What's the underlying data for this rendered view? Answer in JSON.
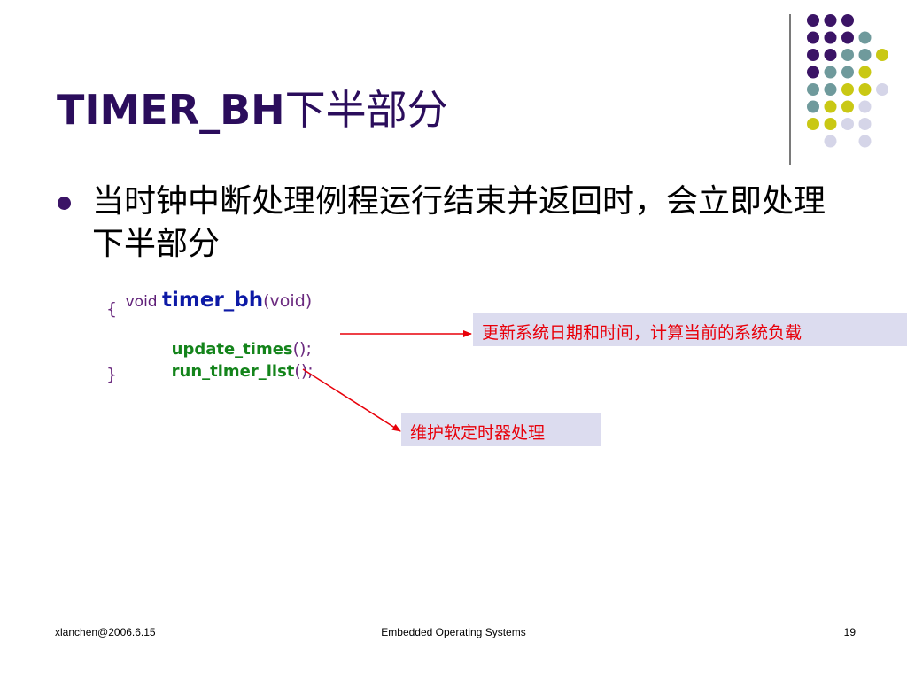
{
  "slide": {
    "title_latin": "TIMER_BH",
    "title_cjk": "下半部分",
    "bullet": "当时钟中断处理例程运行结束并返回时，会立即处理下半部分"
  },
  "code": {
    "void_keyword": "void",
    "function_name": "timer_bh",
    "params": "(void)",
    "open_brace": "{",
    "call1_name": "update_times",
    "call1_punc": "();",
    "call2_name": "run_timer_list",
    "call2_punc": "();",
    "close_brace": "}"
  },
  "annotations": {
    "callout1": "更新系统日期和时间，计算当前的系统负载",
    "callout2": "维护软定时器处理"
  },
  "footer": {
    "left": "xlanchen@2006.6.15",
    "center": "Embedded Operating Systems",
    "page_number": "19"
  },
  "colors": {
    "purple": "#3b1466",
    "teal": "#6f9a9c",
    "yellow_green": "#c9c814",
    "lavender": "#d5d5e8",
    "arrow_red": "#e8000a"
  },
  "decoration": {
    "dot_grid": [
      [
        "purple",
        "purple",
        "purple",
        "",
        ""
      ],
      [
        "purple",
        "purple",
        "purple",
        "teal",
        ""
      ],
      [
        "purple",
        "purple",
        "teal",
        "teal",
        "yellow_green"
      ],
      [
        "purple",
        "teal",
        "teal",
        "yellow_green",
        ""
      ],
      [
        "teal",
        "teal",
        "yellow_green",
        "yellow_green",
        "lavender"
      ],
      [
        "teal",
        "yellow_green",
        "yellow_green",
        "lavender",
        ""
      ],
      [
        "yellow_green",
        "yellow_green",
        "lavender",
        "lavender",
        ""
      ],
      [
        "",
        "lavender",
        "",
        "lavender",
        ""
      ]
    ]
  }
}
